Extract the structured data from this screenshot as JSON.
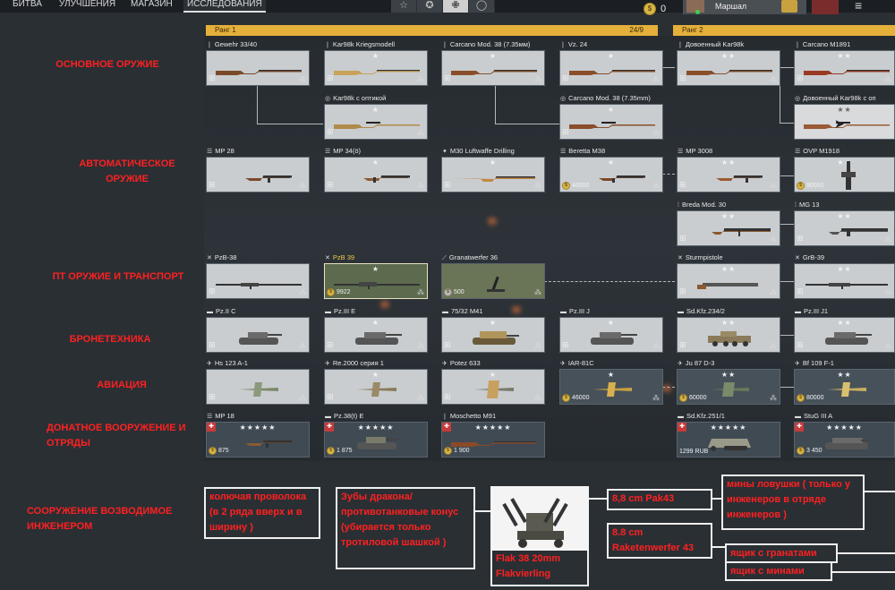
{
  "nav": {
    "items": [
      "БИТВА",
      "УЛУЧШЕНИЯ",
      "МАГАЗИН",
      "ИССЛЕДОВАНИЯ"
    ],
    "mode_tabs": [
      "☆",
      "✪",
      "✙",
      "◯"
    ],
    "currency": "0",
    "profile_name": "Маршал"
  },
  "ranks": {
    "rank1": "Ранг 1",
    "rank1_progress": "24/9",
    "rank2": "Ранг 2"
  },
  "categories": {
    "main_weapons": "ОСНОВНОЕ ОРУЖИЕ",
    "auto_weapons": "АВТОМАТИЧЕСКОЕ ОРУЖИЕ",
    "at_weapons": "ПТ ОРУЖИЕ И ТРАНСПОРТ",
    "armor": "БРОНЕТЕХНИКА",
    "aviation": "АВИАЦИЯ",
    "donate": "ДОНАТНОЕ ВООРУЖЕНИЕ И ОТРЯДЫ",
    "engineer": "СООРУЖЕНИЕ ВОЗВОДИМОЕ ИНЖЕНЕРОМ"
  },
  "cards": {
    "gewehr": {
      "name": "Gewehr 33/40",
      "stars": ""
    },
    "kar98k": {
      "name": "Kar98k Kriegsmodell",
      "stars": "★"
    },
    "carcano38": {
      "name": "Carcano Mod. 38 (7.35мм)",
      "stars": "★"
    },
    "vz24": {
      "name": "Vz. 24",
      "stars": "★"
    },
    "dkar98k": {
      "name": "Довоенный Kar98k",
      "stars": "★★"
    },
    "carcano1891": {
      "name": "Carcano M1891",
      "stars": "★★"
    },
    "kar98k_opt": {
      "name": "Kar98k с оптикой",
      "stars": "★"
    },
    "carcano38b": {
      "name": "Carcano Mod. 38 (7.35mm)",
      "stars": "★"
    },
    "dkar98k_opt": {
      "name": "Довоенный Kar98k с оп",
      "stars": "★★"
    },
    "mp28": {
      "name": "MP 28",
      "stars": ""
    },
    "mp34": {
      "name": "MP 34(ö)",
      "stars": "★"
    },
    "m30": {
      "name": "M30 Luftwaffe Drilling",
      "stars": "★"
    },
    "beretta": {
      "name": "Beretta M38",
      "stars": "★",
      "price": "46000"
    },
    "mp3008": {
      "name": "MP 3008",
      "stars": "★★"
    },
    "ovp": {
      "name": "OVP M1918",
      "stars": "★★",
      "price": "80000"
    },
    "breda": {
      "name": "Breda Mod. 30",
      "stars": "★★"
    },
    "mg13": {
      "name": "MG 13",
      "stars": "★★"
    },
    "pzb38": {
      "name": "PzB-38",
      "stars": ""
    },
    "pzb39": {
      "name": "PzB 39",
      "stars": "★",
      "price": "9922"
    },
    "granat": {
      "name": "Granatwerfer 36",
      "stars": "",
      "price": "500"
    },
    "sturm": {
      "name": "Sturmpistole",
      "stars": "★★"
    },
    "grb39": {
      "name": "GrB-39",
      "stars": "★★"
    },
    "pz2c": {
      "name": "Pz.II C",
      "stars": ""
    },
    "pz3e": {
      "name": "Pz.III E",
      "stars": "★"
    },
    "m41": {
      "name": "75/32 M41",
      "stars": "★"
    },
    "pz3j": {
      "name": "Pz.III J",
      "stars": "★"
    },
    "sdkfz234": {
      "name": "Sd.Kfz.234/2",
      "stars": "★★"
    },
    "pz3j1": {
      "name": "Pz.III J1",
      "stars": "★★"
    },
    "hs123": {
      "name": "Hs 123 A-1",
      "stars": ""
    },
    "re2000": {
      "name": "Re.2000 серия 1",
      "stars": "★"
    },
    "potez": {
      "name": "Potez 633",
      "stars": "★"
    },
    "iar": {
      "name": "IAR-81C",
      "stars": "★",
      "price": "46000"
    },
    "ju87": {
      "name": "Ju 87 D-3",
      "stars": "★★",
      "price": "60000"
    },
    "bf109": {
      "name": "Bf 109 F-1",
      "stars": "★★",
      "price": "80000"
    },
    "mp18": {
      "name": "MP 18",
      "stars": "★★★★★",
      "price": "875"
    },
    "pz38t": {
      "name": "Pz.38(t) E",
      "stars": "★★★★★",
      "price": "1 875"
    },
    "moschetto": {
      "name": "Moschetto M91",
      "stars": "★★★★★",
      "price": "1 900"
    },
    "sdkfz251": {
      "name": "Sd.Kfz.251/1",
      "stars": "★★★★★",
      "price": "1299 RUB"
    },
    "stug": {
      "name": "StuG III A",
      "stars": "★★★★★",
      "price": "3 450"
    }
  },
  "notes": {
    "barbed_wire": "колючая проволока (в 2 ряда вверх и в ширину )",
    "dragon_teeth": "Зубы дракона/ противотанковые конус (убирается  только тротиловой шашкой )",
    "flak": "Flak 38 20mm Flakvierling",
    "pak43": "8,8 cm Pak43",
    "raketen": "8.8 cm Raketenwerfer 43",
    "traps": "мины ловушки ( только у инженеров в отряде инженеров )",
    "grenade_box": "ящик с гранатами",
    "mine_box": "ящик с минами"
  }
}
